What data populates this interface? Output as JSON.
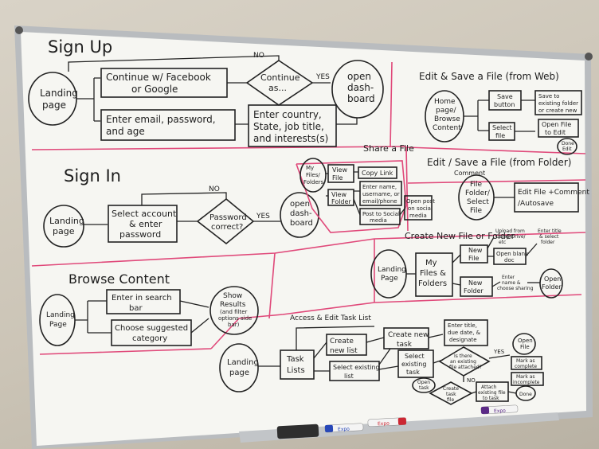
{
  "whiteboard": {
    "sections": {
      "sign_up": {
        "title": "Sign Up",
        "landing": [
          "Landing",
          "page"
        ],
        "facebook": [
          "Continue w/ Facebook",
          "or Google"
        ],
        "continue_as": [
          "Continue",
          "as..."
        ],
        "no": "NO",
        "yes": "YES",
        "email": [
          "Enter email, password,",
          "and age"
        ],
        "country": [
          "Enter country,",
          "State, job title,",
          "and interests(s)"
        ],
        "open_dash": [
          "open",
          "dash-",
          "board"
        ]
      },
      "sign_in": {
        "title": "Sign In",
        "landing": [
          "Landing",
          "page"
        ],
        "select_account": [
          "Select account",
          "& enter",
          "password"
        ],
        "password_correct": [
          "Password",
          "correct?"
        ],
        "no": "NO",
        "yes": "YES",
        "open_dash": [
          "open",
          "dash-",
          "board"
        ]
      },
      "browse": {
        "title": "Browse Content",
        "landing": [
          "Landing",
          "Page"
        ],
        "search": [
          "Enter in search",
          "bar"
        ],
        "suggested": [
          "Choose suggested",
          "category"
        ],
        "results": [
          "Show",
          "Results",
          "(and filter",
          "options side",
          "bar)"
        ]
      },
      "edit_web": {
        "title": "Edit & Save a File (from Web)",
        "home": [
          "Home",
          "page/",
          "Browse",
          "Content"
        ],
        "save_button": [
          "Save",
          "button"
        ],
        "select_file": [
          "Select",
          "file"
        ],
        "save_existing": [
          "Save to",
          "existing folder",
          "or create new"
        ],
        "open_edit": [
          "Open File",
          "to Edit"
        ],
        "end": [
          "Done",
          "Edit"
        ]
      },
      "share": {
        "title": "Share a File",
        "my_files": [
          "My",
          "Files/",
          "Folders"
        ],
        "view_file": [
          "View",
          "File"
        ],
        "view_folder": [
          "View",
          "Folder"
        ],
        "copy_link": "Copy Link",
        "enter_name": [
          "Enter name,",
          "username, or",
          "email/phone"
        ],
        "post_social": [
          "Post to Social",
          "media"
        ],
        "open_post": [
          "Open post",
          "on social",
          "media"
        ]
      },
      "edit_folder": {
        "title": "Edit / Save a File (from Folder)",
        "comment": "Comment",
        "file_folder": [
          "File",
          "Folder/",
          "Select",
          "File"
        ],
        "edit_file": [
          "Edit File +Comment",
          "/Autosave"
        ]
      },
      "create_new": {
        "title": "Create New File or Folder",
        "landing": [
          "Landing",
          "Page"
        ],
        "my_files": [
          "My",
          "Files &",
          "Folders"
        ],
        "new_file": [
          "New",
          "File"
        ],
        "new_folder": [
          "New",
          "Folder"
        ],
        "upload": [
          "Upload from",
          "Comp/Drive/",
          "etc"
        ],
        "open_blank": [
          "Open blank",
          "doc"
        ],
        "enter_title": [
          "Enter title",
          "& select",
          "folder"
        ],
        "enter_name": [
          "Enter",
          "name &",
          "choose sharing"
        ],
        "open_folder": [
          "Open",
          "Folder"
        ]
      },
      "task_list": {
        "title": "Access & Edit Task List",
        "landing": [
          "Landing",
          "page"
        ],
        "task_lists": [
          "Task",
          "Lists"
        ],
        "create_list": [
          "Create",
          "new list"
        ],
        "create_task": [
          "Create new",
          "task"
        ],
        "select_list": [
          "Select existing",
          "list"
        ],
        "select_task": [
          "Select",
          "existing",
          "task"
        ],
        "enter_title": [
          "Enter title,",
          "due date, &",
          "designate"
        ],
        "is_there": [
          "Is there",
          "an existing",
          "file attached?"
        ],
        "yes": "YES",
        "no": "NO",
        "open_file": [
          "Open",
          "File"
        ],
        "mark_complete": [
          "Mark as",
          "complete"
        ],
        "mark_incomplete": [
          "Mark as",
          "incomplete"
        ],
        "open_task": [
          "Open",
          "task"
        ],
        "create_task_file": [
          "Create",
          "task",
          "file"
        ],
        "attach": [
          "Attach",
          "existing file",
          "to task"
        ],
        "done": [
          "Done"
        ]
      }
    },
    "markers": [
      {
        "label": "Expo",
        "color": "#2747b8"
      },
      {
        "label": "Expo",
        "color": "#cc2733"
      },
      {
        "label": "Expo",
        "color": "#5b2a86"
      }
    ]
  },
  "colors": {
    "section_line": "#e0497a",
    "ink": "#1d1d1d",
    "frame": "#b9bcbf"
  }
}
